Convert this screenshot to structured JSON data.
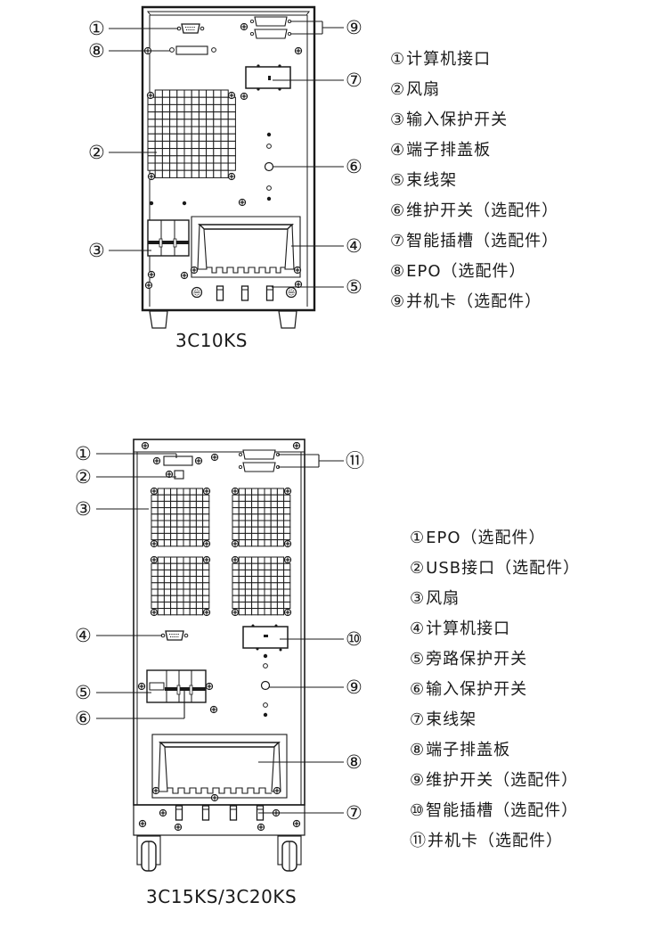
{
  "figures": [
    {
      "model": "3C10KS",
      "callouts": [
        "①",
        "②",
        "③",
        "④",
        "⑤",
        "⑥",
        "⑦",
        "⑧",
        "⑨"
      ],
      "legend": [
        {
          "num": "①",
          "label": "计算机接口"
        },
        {
          "num": "②",
          "label": "风扇"
        },
        {
          "num": "③",
          "label": "输入保护开关"
        },
        {
          "num": "④",
          "label": "端子排盖板"
        },
        {
          "num": "⑤",
          "label": "束线架"
        },
        {
          "num": "⑥",
          "label": "维护开关（选配件）"
        },
        {
          "num": "⑦",
          "label": "智能插槽（选配件）"
        },
        {
          "num": "⑧",
          "label": "EPO（选配件）"
        },
        {
          "num": "⑨",
          "label": "并机卡（选配件）"
        }
      ]
    },
    {
      "model": "3C15KS/3C20KS",
      "callouts": [
        "①",
        "②",
        "③",
        "④",
        "⑤",
        "⑥",
        "⑦",
        "⑧",
        "⑨",
        "⑩",
        "⑪"
      ],
      "legend": [
        {
          "num": "①",
          "label": "EPO（选配件）"
        },
        {
          "num": "②",
          "label": "USB接口（选配件）"
        },
        {
          "num": "③",
          "label": "风扇"
        },
        {
          "num": "④",
          "label": "计算机接口"
        },
        {
          "num": "⑤",
          "label": "旁路保护开关"
        },
        {
          "num": "⑥",
          "label": "输入保护开关"
        },
        {
          "num": "⑦",
          "label": "束线架"
        },
        {
          "num": "⑧",
          "label": "端子排盖板"
        },
        {
          "num": "⑨",
          "label": "维护开关（选配件）"
        },
        {
          "num": "⑩",
          "label": "智能插槽（选配件）"
        },
        {
          "num": "⑪",
          "label": "并机卡（选配件）"
        }
      ]
    }
  ],
  "colors": {
    "line": "#1a1a1a",
    "background": "#ffffff"
  }
}
